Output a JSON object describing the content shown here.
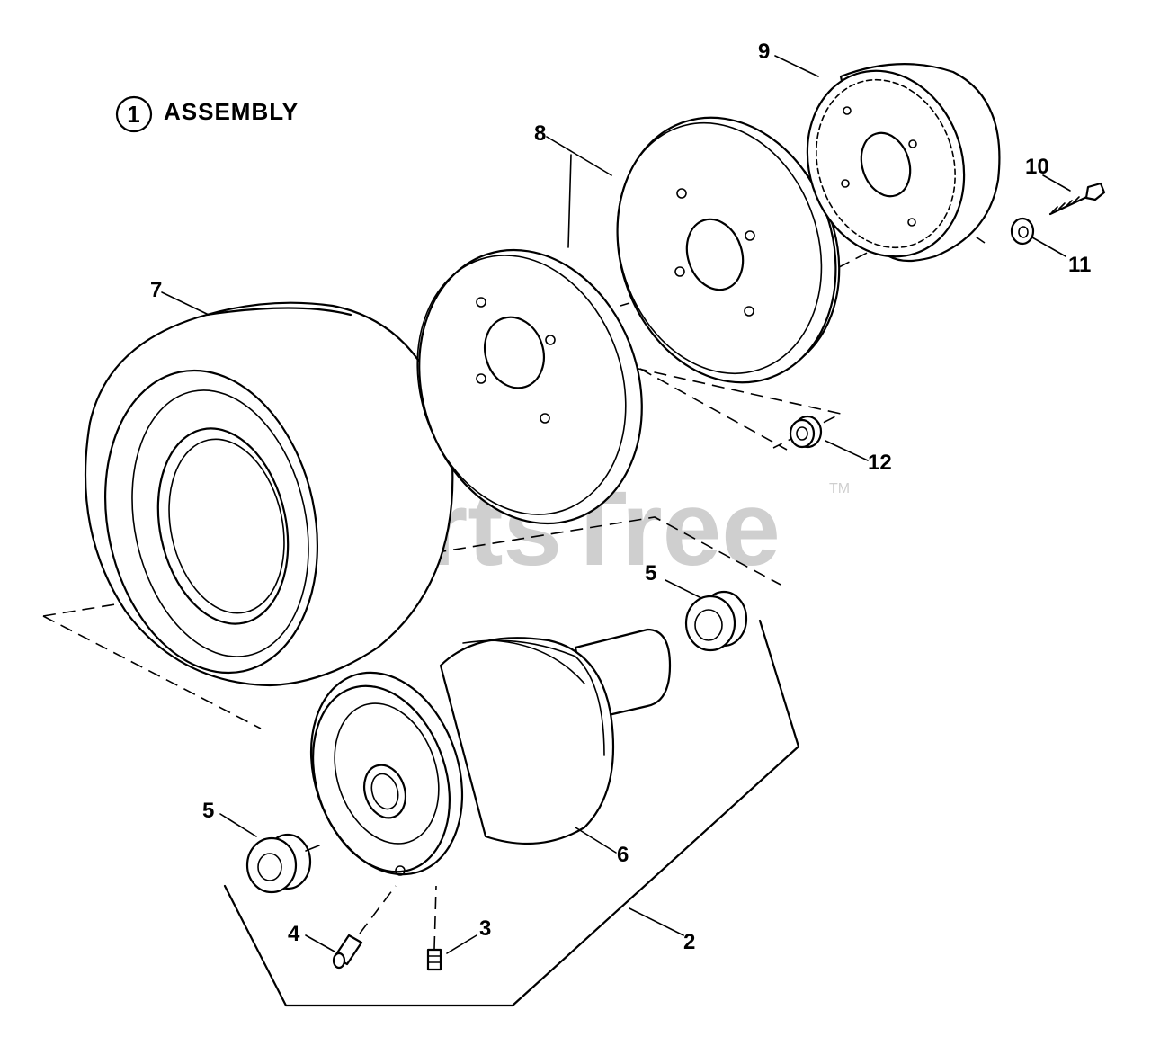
{
  "assembly": {
    "number": "1",
    "label": "ASSEMBLY"
  },
  "watermark": {
    "text": "PartsTree",
    "trademark": "TM"
  },
  "callouts": {
    "c2": "2",
    "c3": "3",
    "c4": "4",
    "c5a": "5",
    "c5b": "5",
    "c6": "6",
    "c7": "7",
    "c8": "8",
    "c9": "9",
    "c10": "10",
    "c11": "11",
    "c12": "12"
  }
}
